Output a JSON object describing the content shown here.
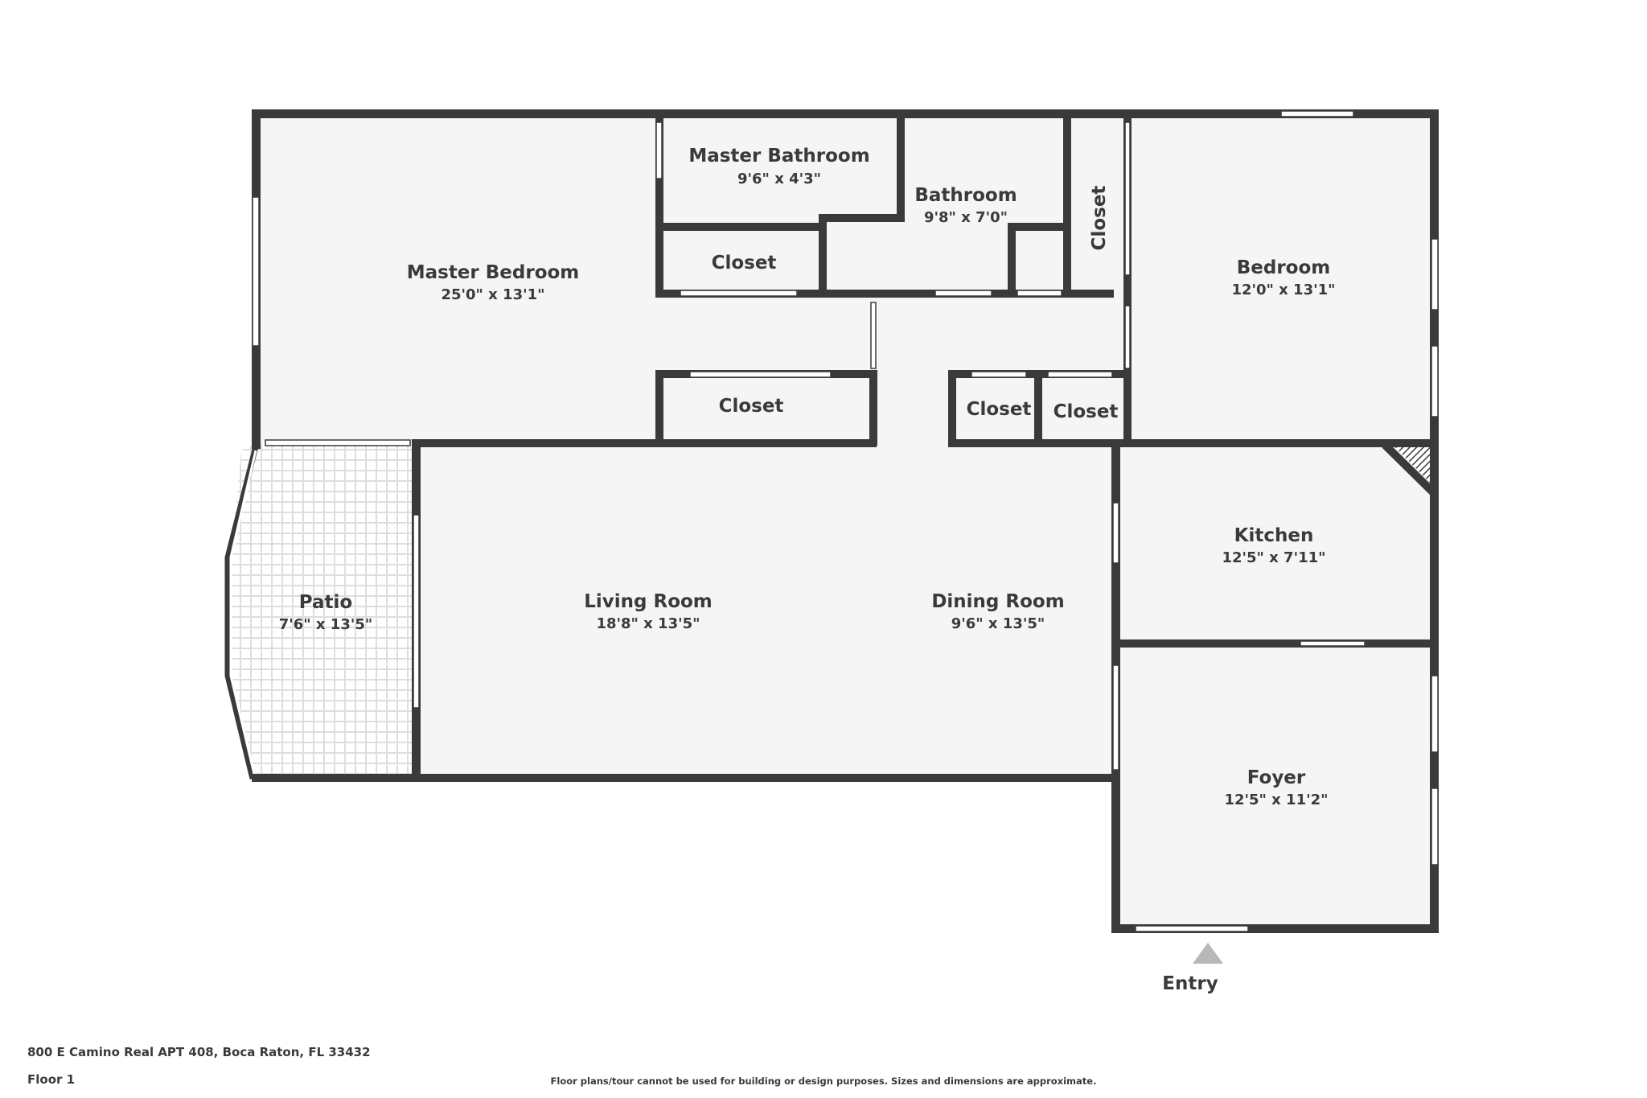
{
  "rooms": {
    "master_bedroom": {
      "name": "Master Bedroom",
      "dims": "25'0\" x 13'1\""
    },
    "master_bathroom": {
      "name": "Master Bathroom",
      "dims": "9'6\" x 4'3\""
    },
    "bathroom": {
      "name": "Bathroom",
      "dims": "9'8\" x 7'0\""
    },
    "bedroom": {
      "name": "Bedroom",
      "dims": "12'0\" x 13'1\""
    },
    "patio": {
      "name": "Patio",
      "dims": "7'6\" x 13'5\""
    },
    "living_room": {
      "name": "Living Room",
      "dims": "18'8\" x 13'5\""
    },
    "dining_room": {
      "name": "Dining Room",
      "dims": "9'6\" x 13'5\""
    },
    "kitchen": {
      "name": "Kitchen",
      "dims": "12'5\" x 7'11\""
    },
    "foyer": {
      "name": "Foyer",
      "dims": "12'5\" x 11'2\""
    }
  },
  "closets": {
    "closet_upper_left": "Closet",
    "closet_lower_left": "Closet",
    "closet_vertical": "Closet",
    "closet_mid_left": "Closet",
    "closet_mid_right": "Closet"
  },
  "entry_label": "Entry",
  "footer": {
    "address": "800 E Camino Real APT 408, Boca Raton, FL 33432",
    "floor": "Floor 1",
    "disclaimer": "Floor plans/tour cannot be used for building or design purposes. Sizes and dimensions are approximate."
  },
  "colors": {
    "wall": "#3a3a3a",
    "floor": "#f5f5f5",
    "window": "#ffffff",
    "entry_arrow": "#b8b8b8"
  }
}
